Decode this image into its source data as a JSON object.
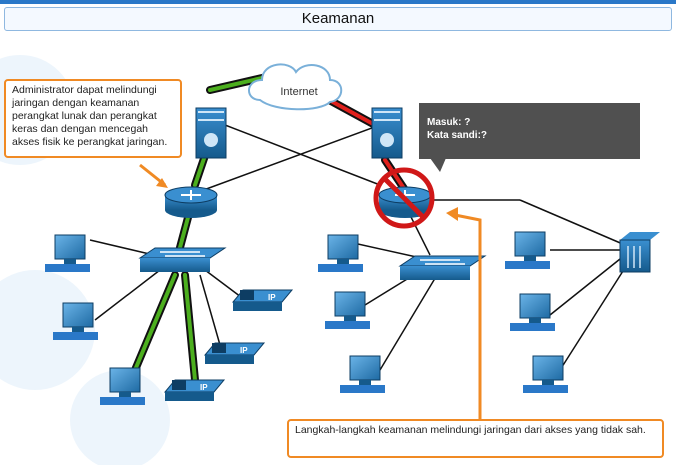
{
  "title": "Keamanan",
  "internet_label": "Internet",
  "callouts": {
    "admin": "Administrator dapat melindungi jaringan dengan keamanan perangkat lunak dan perangkat keras dan dengan mencegah akses fisik ke perangkat jaringan.",
    "steps": "Langkah-langkah keamanan melindungi jaringan dari akses yang tidak sah."
  },
  "login": {
    "user": "Masuk: ?",
    "password": "Kata sandi:?"
  },
  "phone_label": "IP",
  "colors": {
    "accent": "#f08a24",
    "secure_link": "#4caf1e",
    "attack_link": "#e0201c",
    "device_blue": "#1f6fa8",
    "deny_sign": "#d01818"
  }
}
